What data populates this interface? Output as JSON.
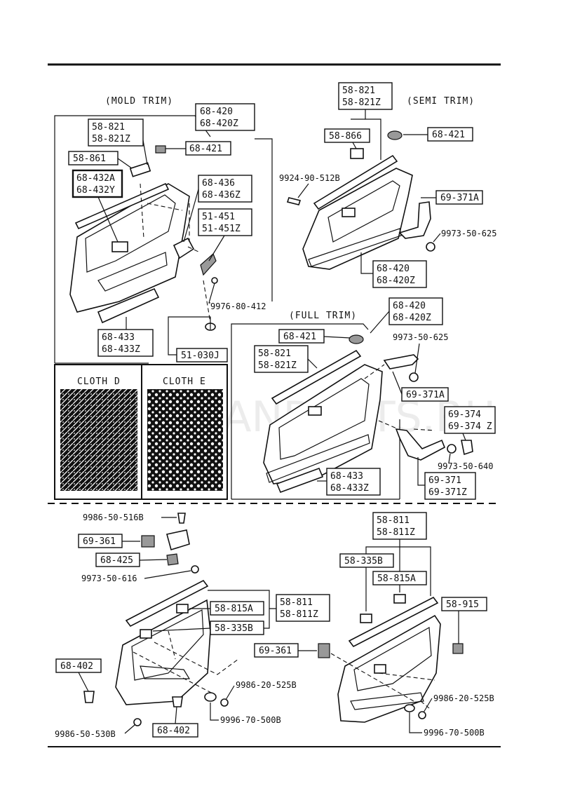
{
  "captions": {
    "mold_trim": "(MOLD TRIM)",
    "semi_trim": "(SEMI TRIM)",
    "full_trim": "(FULL TRIM)",
    "cloth_d": "CLOTH D",
    "cloth_e": "CLOTH E"
  },
  "watermark": "WWW.PANDARTS.RU",
  "mold": {
    "p68_420": [
      "68-420",
      "68-420Z"
    ],
    "p58_821": [
      "58-821",
      "58-821Z"
    ],
    "p68_421": "68-421",
    "p58_861": "58-861",
    "p68_432": [
      "68-432A",
      "68-432Y"
    ],
    "p68_436": [
      "68-436",
      "68-436Z"
    ],
    "p51_451": [
      "51-451",
      "51-451Z"
    ],
    "p9976": "9976-80-412",
    "p68_433": [
      "68-433",
      "68-433Z"
    ],
    "p51_030": "51-030J"
  },
  "semi": {
    "p58_821": [
      "58-821",
      "58-821Z"
    ],
    "p58_866": "58-866",
    "p68_421": "68-421",
    "p9924": "9924-90-512B",
    "p69_371": "69-371A",
    "p9973": "9973-50-625",
    "p68_420": [
      "68-420",
      "68-420Z"
    ]
  },
  "full": {
    "p68_420": [
      "68-420",
      "68-420Z"
    ],
    "p68_421": "68-421",
    "p9973a": "9973-50-625",
    "p58_821": [
      "58-821",
      "58-821Z"
    ],
    "p69_371a": "69-371A",
    "p69_374": [
      "69-374",
      "69-374 Z"
    ],
    "p9973b": "9973-50-640",
    "p68_433": [
      "68-433",
      "68-433Z"
    ],
    "p69_371": [
      "69-371",
      "69-371Z"
    ]
  },
  "rear_left": {
    "p9986a": "9986-50-516B",
    "p69_361": "69-361",
    "p68_425": "68-425",
    "p9973": "9973-50-616",
    "p58_815": "58-815A",
    "p58_811": [
      "58-811",
      "58-811Z"
    ],
    "p58_335": "58-335B",
    "p68_402a": "68-402",
    "p9986b": "9986-20-525B",
    "p9996": "9996-70-500B",
    "p9986c": "9986-50-530B",
    "p68_402b": "68-402"
  },
  "rear_right": {
    "p58_811": [
      "58-811",
      "58-811Z"
    ],
    "p58_335": "58-335B",
    "p58_815": "58-815A",
    "p58_915": "58-915",
    "p69_361": "69-361",
    "p9986": "9986-20-525B",
    "p9996": "9996-70-500B"
  }
}
